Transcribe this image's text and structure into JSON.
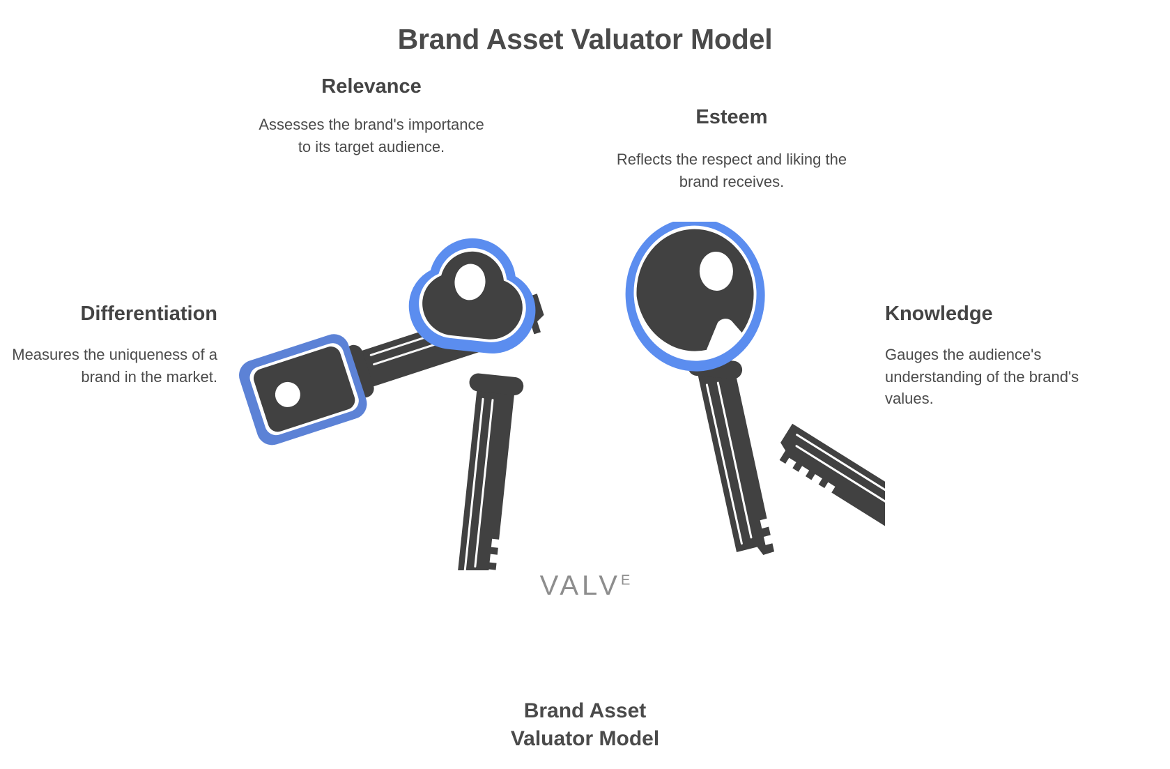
{
  "header": {
    "title": "Brand Asset Valuator Model"
  },
  "footer": {
    "caption_line1": "Brand Asset",
    "caption_line2": "Valuator Model"
  },
  "watermark": {
    "text": "VALV",
    "superscript": "E"
  },
  "colors": {
    "blue_bright": "#5B8DEF",
    "blue_medium": "#5C82D6",
    "blue_light": "#9BB8F5",
    "key_body": "#414141",
    "text": "#4A4A4A",
    "background": "#FFFFFF"
  },
  "pillars": [
    {
      "id": "differentiation",
      "title": "Differentiation",
      "description": "Measures the uniqueness of a brand in the market.",
      "icon": "key-square-icon",
      "accent": "#5C82D6"
    },
    {
      "id": "relevance",
      "title": "Relevance",
      "description": "Assesses the brand's importance to its target audience.",
      "icon": "key-cloud-icon",
      "accent": "#5B8DEF"
    },
    {
      "id": "esteem",
      "title": "Esteem",
      "description": "Reflects the respect and liking the brand receives.",
      "icon": "key-circle-icon",
      "accent": "#5B8DEF"
    },
    {
      "id": "knowledge",
      "title": "Knowledge",
      "description": "Gauges the audience's understanding of the brand's values.",
      "icon": "key-hexagon-icon",
      "accent": "#9BB8F5"
    }
  ]
}
